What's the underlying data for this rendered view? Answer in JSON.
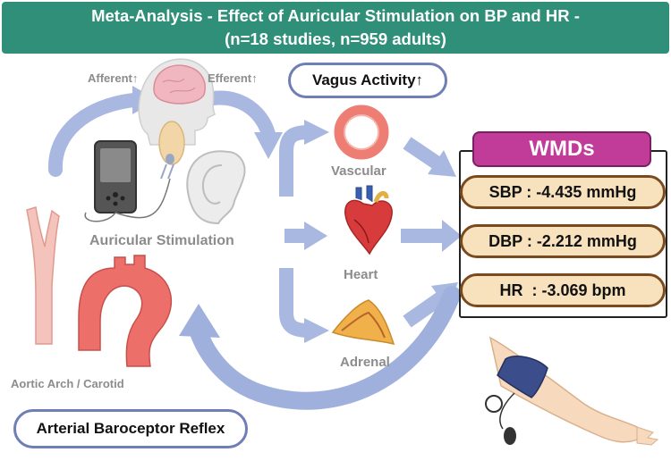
{
  "title": {
    "line1": "Meta-Analysis - Effect of Auricular Stimulation on BP and HR -",
    "line2": "(n=18 studies, n=959 adults)"
  },
  "labels": {
    "afferent": "Afferent↑",
    "efferent": "Efferent↑",
    "vagus_activity": "Vagus Activity↑",
    "auricular_stimulation": "Auricular Stimulation",
    "aortic_arch_carotid": "Aortic Arch / Carotid",
    "arterial_baroceptor_reflex": "Arterial Baroceptor Reflex",
    "vascular": "Vascular",
    "heart": "Heart",
    "adrenal": "Adrenal"
  },
  "wmds": {
    "header": "WMDs",
    "items": [
      {
        "label": "SBP : -4.435 mmHg"
      },
      {
        "label": "DBP : -2.212 mmHg"
      },
      {
        "label": "HR  : -3.069 bpm"
      }
    ]
  },
  "colors": {
    "banner": "#2f8f79",
    "arrow": "#9fb0dc",
    "wmd_header": "#c13b98",
    "wmd_item_fill": "#f7e2bd",
    "wmd_item_border": "#7a4a1f",
    "pill_border": "#6f7fb5"
  },
  "icons": [
    "brain-head-icon",
    "stimulator-device-icon",
    "ear-icon",
    "carotid-artery-icon",
    "aortic-arch-icon",
    "vessel-ring-icon",
    "heart-icon",
    "adrenal-gland-icon",
    "bp-cuff-arm-icon"
  ]
}
